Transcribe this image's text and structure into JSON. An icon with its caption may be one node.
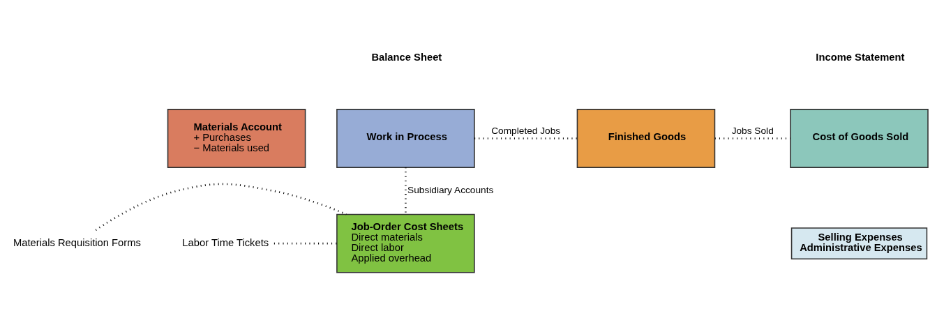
{
  "diagram": {
    "nodes": [
      {
        "text": [
          "Materials Account",
          "+ Purchases",
          "− Materials used"
        ]
      },
      {
        "text": [
          "Work in Process"
        ]
      },
      {
        "text": [
          "Finished Goods"
        ]
      },
      {
        "text": [
          "Cost of Goods Sold"
        ]
      },
      {
        "text": [
          "Job-Order Cost Sheets",
          "Direct materials",
          "Direct labor",
          "Applied overhead"
        ]
      },
      {
        "text": [
          "Materials Requisition Forms"
        ]
      },
      {
        "text": [
          "Labor Time Tickets"
        ]
      },
      {
        "text": [
          "Selling Expenses",
          "Administrative Expenses"
        ]
      }
    ],
    "edges": [
      {
        "from": 2,
        "to": 3,
        "arrow": "none",
        "label": "Jobs Sold"
      },
      {
        "from": 1,
        "to": 4,
        "arrow": "none",
        "label": "Subsidiary Accounts"
      },
      {
        "from": 1,
        "to": 2,
        "arrow": "none",
        "label": "Completed Jobs"
      },
      {
        "from": 5,
        "to": 4,
        "arrow": "none"
      },
      {
        "from": 6,
        "to": 4,
        "arrow": "none"
      }
    ],
    "labels": [
      "Balance Sheet",
      "Income Statement"
    ]
  }
}
